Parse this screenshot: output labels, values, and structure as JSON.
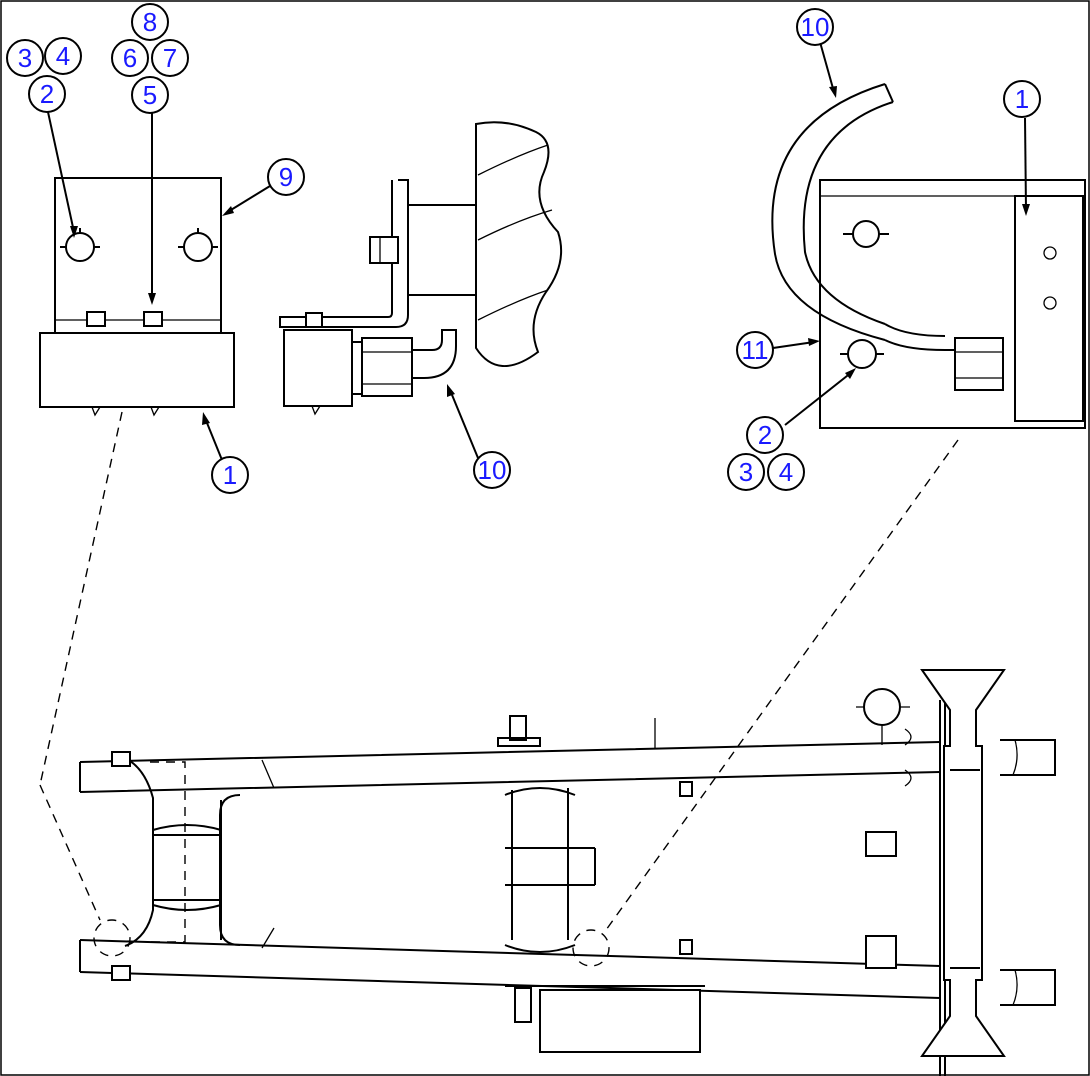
{
  "callouts": [
    {
      "id": "c-detA-3",
      "label": "3"
    },
    {
      "id": "c-detA-4",
      "label": "4"
    },
    {
      "id": "c-detA-2",
      "label": "2"
    },
    {
      "id": "c-detA-8",
      "label": "8"
    },
    {
      "id": "c-detA-6",
      "label": "6"
    },
    {
      "id": "c-detA-7",
      "label": "7"
    },
    {
      "id": "c-detA-5",
      "label": "5"
    },
    {
      "id": "c-detA-9",
      "label": "9"
    },
    {
      "id": "c-detA-1",
      "label": "1"
    },
    {
      "id": "c-detB-10",
      "label": "10"
    },
    {
      "id": "c-detC-10",
      "label": "10"
    },
    {
      "id": "c-detC-1",
      "label": "1"
    },
    {
      "id": "c-detC-11",
      "label": "11"
    },
    {
      "id": "c-detC-2",
      "label": "2"
    },
    {
      "id": "c-detC-3",
      "label": "3"
    },
    {
      "id": "c-detC-4",
      "label": "4"
    }
  ],
  "colors": {
    "callout_text": "#1a1aff",
    "line": "#000000",
    "background": "#ffffff"
  }
}
